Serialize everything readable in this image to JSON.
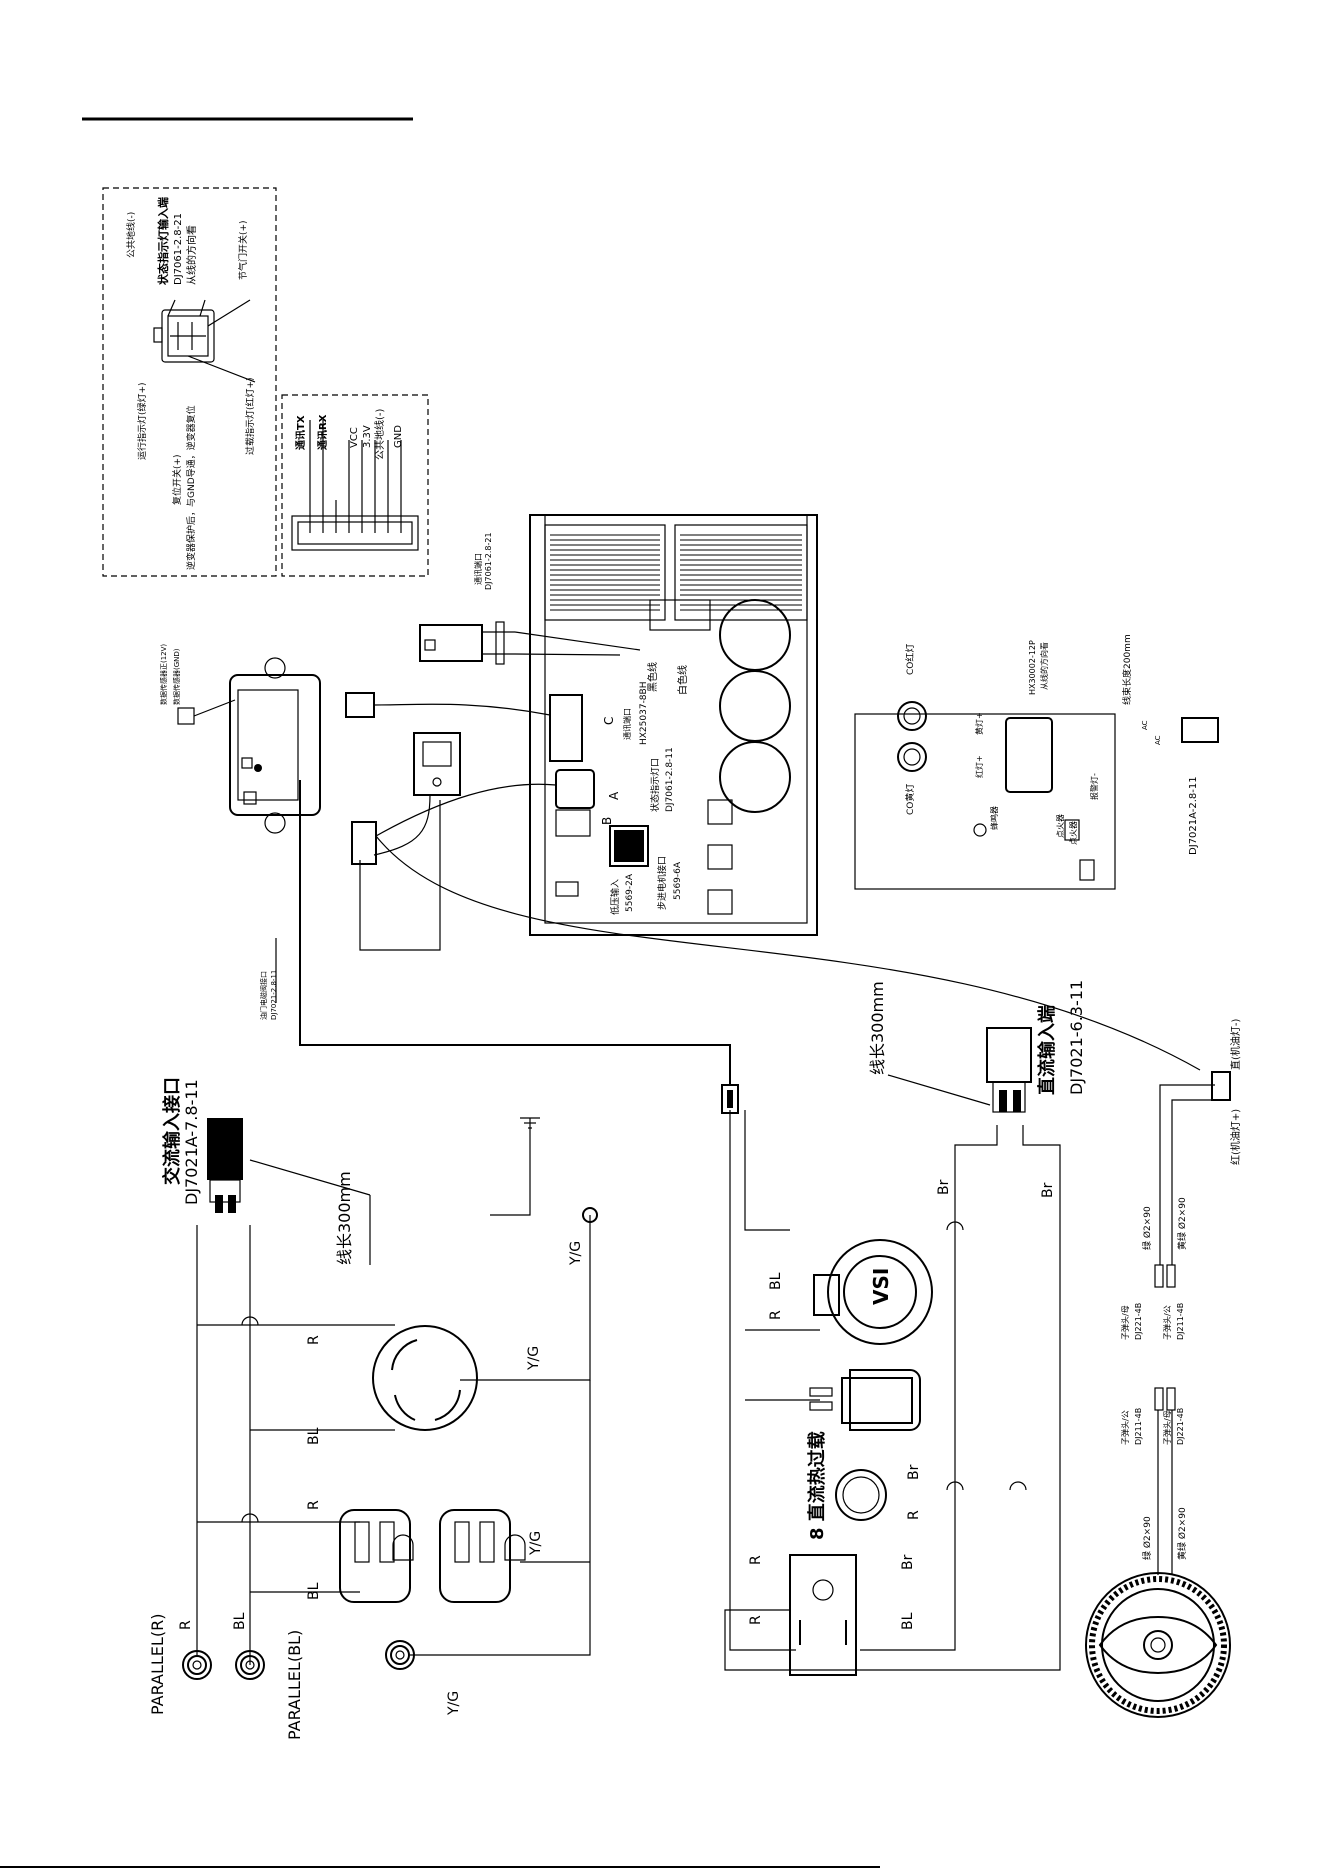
{
  "labels": {
    "signal_panel": {
      "common_ground": "公共地线(-)",
      "status_in": "状态指示灯输入端",
      "status_part": "DJ7061-2.8-21",
      "status_dir": "从线的方向看",
      "throttle_switch": "节气门开关(+)",
      "run_lamp": "运行指示灯(绿灯+)",
      "reset_switch": "复位开关(+)",
      "reset_note": "逆变器保护后，与GND导通，逆变器复位",
      "overload_lamp": "过载指示灯(红灯+)"
    },
    "comm_panel": {
      "tx": "通讯TX",
      "rx": "通讯RX",
      "vcc": "VCC",
      "v33": "3.3V",
      "ground": "公共地线(-)",
      "gnd": "GND"
    },
    "board": {
      "comm_port_name": "通讯端口",
      "comm_port_part": "DJ7061-2.8-21",
      "black_wire": "黑色线",
      "white_wire": "白色线",
      "conn_c": "C",
      "conn_c_name": "通讯端口",
      "conn_c_part": "HX25037-8BH",
      "conn_a": "A",
      "conn_a_name": "状态指示灯口",
      "conn_a_part": "DJ7061-2.8-11",
      "conn_b": "B",
      "stepper_name": "步进电机接口",
      "stepper_part": "5569-6A",
      "lv_name": "低压输入",
      "lv_part": "5569-2A"
    },
    "control": {
      "sensor_line1": "数据传感器正(12V)",
      "sensor_line2": "数据传感器(GND)",
      "throttle_port": "油门电磁阀接口",
      "throttle_part": "DJ7021-2.8-11"
    },
    "co_panel": {
      "co_red": "CO红灯",
      "co_yellow": "CO黄灯",
      "conn_part": "HX30002-12P",
      "conn_dir": "从线的方向看",
      "length": "线束长度200mm",
      "yellow_plus": "黄灯+",
      "red_plus": "红灯+",
      "alarm_minus": "报警灯-",
      "buzzer": "蜂鸣器",
      "fire": "点火器",
      "fire_wire": "点火器",
      "ac1": "AC",
      "ac2": "AC",
      "part": "DJ7021A-2.8-11"
    },
    "ac_input": {
      "title": "交流输入接口",
      "part": "DJ7021A-7.8-11",
      "length": "线长300mm"
    },
    "dc_input": {
      "title": "直流输入端",
      "part": "DJ7021-6.3-11",
      "length": "线长300mm"
    },
    "wires": {
      "r1": "R",
      "bl1": "BL",
      "r2": "R",
      "bl2": "BL",
      "yg1": "Y/G",
      "yg2": "Y/G",
      "yg3": "Y/G",
      "yg_ground": "Y/G",
      "r_par": "R",
      "bl_par": "BL",
      "parallel_r": "PARALLEL(R)",
      "parallel_bl": "PARALLEL(BL)",
      "bl_dc": "BL",
      "r_dc": "R",
      "br1": "Br",
      "br2": "Br",
      "br3": "Br",
      "r_ov": "R",
      "r_br": "R",
      "br_br": "Br",
      "bl_br": "BL"
    },
    "breaker": "8 直流热过载",
    "pilot": {
      "lamp_minus": "直(机油灯-)",
      "lamp_plus": "红(机油灯+)",
      "green": "绿 Ø2×90",
      "yellow": "黄绿 Ø2×90",
      "f1a": "子弹头/母",
      "f1b": "DJ221-4B",
      "f2a": "子弹头/公",
      "f2b": "DJ211-4B"
    },
    "fuel": {
      "m1a": "子弹头/公",
      "m1b": "DJ211-4B",
      "m2a": "子弹头/母",
      "m2b": "DJ221-4B",
      "green": "绿 Ø2×90",
      "yellow": "黄绿 Ø2×90"
    }
  }
}
